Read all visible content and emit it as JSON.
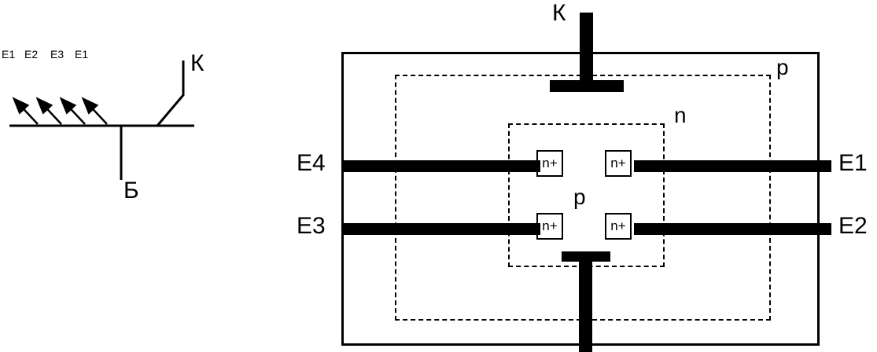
{
  "schematic": {
    "emitter_labels": [
      "E1",
      "E2",
      "E3",
      "E1"
    ],
    "collector_label": "К",
    "base_label": "Б"
  },
  "layout": {
    "collector_label": "К",
    "substrate_label": "p",
    "n_region_label": "n",
    "inner_base_label": "p",
    "nplus_labels": [
      "n+",
      "n+",
      "n+",
      "n+"
    ],
    "emitter_labels": {
      "left_top": "E4",
      "left_bottom": "E3",
      "right_top": "E1",
      "right_bottom": "E2"
    }
  },
  "colors": {
    "ink": "#000000",
    "background": "#ffffff"
  }
}
